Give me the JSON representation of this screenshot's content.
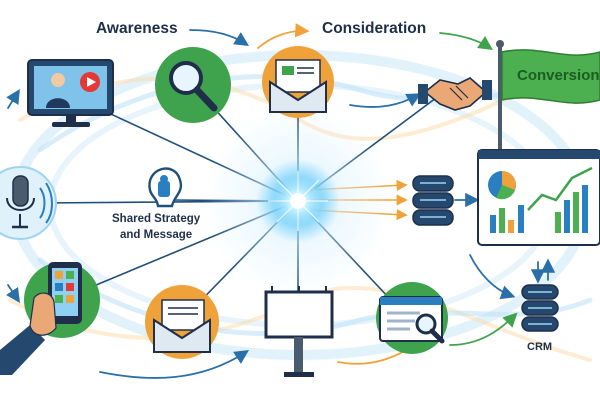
{
  "diagram": {
    "stages": {
      "awareness": "Awareness",
      "consideration": "Consideration",
      "conversion": "Conversion"
    },
    "center_label": {
      "line1": "Shared Strategy",
      "line2": "and Message"
    },
    "crm_label": "CRM",
    "icons": [
      "video-ad-monitor-icon",
      "magnifier-icon",
      "email-newsletter-icon",
      "handshake-icon",
      "conversion-flag-icon",
      "microphone-podcast-icon",
      "lightbulb-icon",
      "database-icon",
      "analytics-dashboard-icon",
      "mobile-phone-icon",
      "email-icon",
      "billboard-icon",
      "web-search-icon",
      "crm-database-icon"
    ],
    "colors": {
      "navy": "#1f2f4a",
      "blue": "#2a7fc1",
      "green": "#3fa34d",
      "orange": "#f0a23a",
      "glow": "#4fc3f7"
    }
  }
}
